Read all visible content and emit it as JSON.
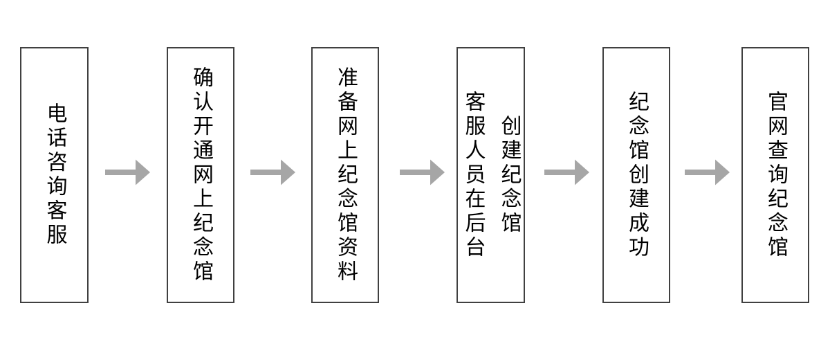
{
  "flowchart": {
    "steps": [
      {
        "label": "电话咨询客服"
      },
      {
        "label": "确认开通网上纪念馆"
      },
      {
        "label": "准备网上纪念馆资料"
      },
      {
        "label": "客服人员在后台\n创建纪念馆"
      },
      {
        "label": "纪念馆创建成功"
      },
      {
        "label": "官网查询纪念馆"
      }
    ],
    "colors": {
      "box_border": "#404040",
      "arrow": "#a6a6a6",
      "text": "#000000",
      "background": "#ffffff"
    }
  }
}
